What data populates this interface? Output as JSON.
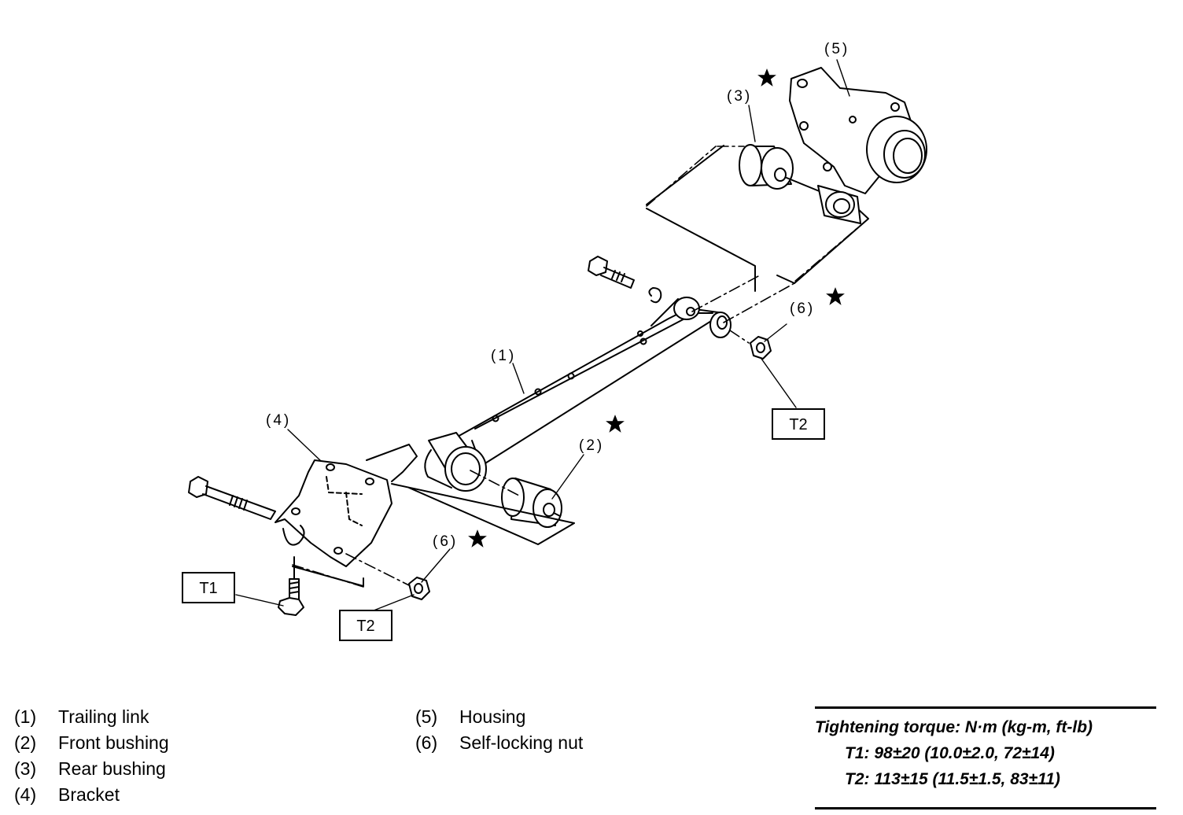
{
  "callouts": {
    "c1": "(1)",
    "c2": "(2)",
    "c3": "(3)",
    "c4": "(4)",
    "c5": "(5)",
    "c6a": "(6)",
    "c6b": "(6)"
  },
  "torque_boxes": {
    "t1": "T1",
    "t2_left": "T2",
    "t2_right": "T2"
  },
  "legend": {
    "left": [
      {
        "num": "(1)",
        "name": "Trailing link"
      },
      {
        "num": "(2)",
        "name": "Front bushing"
      },
      {
        "num": "(3)",
        "name": "Rear bushing"
      },
      {
        "num": "(4)",
        "name": "Bracket"
      }
    ],
    "right": [
      {
        "num": "(5)",
        "name": "Housing"
      },
      {
        "num": "(6)",
        "name": "Self-locking nut"
      }
    ]
  },
  "torque_spec": {
    "title": "Tightening torque: N·m (kg-m, ft-lb)",
    "t1": "T1: 98±20 (10.0±2.0, 72±14)",
    "t2": "T2: 113±15 (11.5±1.5, 83±11)"
  },
  "colors": {
    "ink": "#000000",
    "paper": "#ffffff"
  }
}
